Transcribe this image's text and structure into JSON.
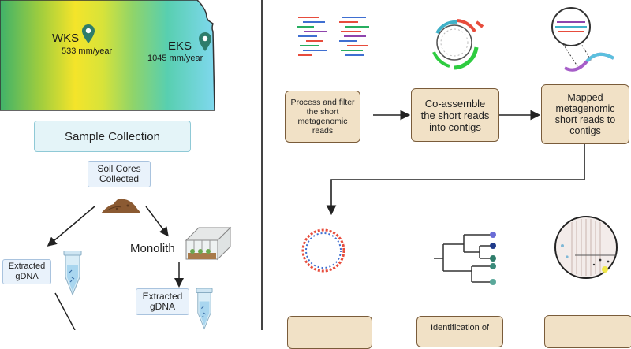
{
  "map": {
    "wks_label": "WKS",
    "wks_rain": "533 mm/year",
    "eks_label": "EKS",
    "eks_rain": "1045 mm/year"
  },
  "sample_collection": {
    "title": "Sample Collection",
    "soil_cores": "Soil Cores\nCollected",
    "monolith": "Monolith",
    "extracted_left": "Extracted\ngDNA",
    "extracted_right": "Extracted\ngDNA"
  },
  "pipeline": {
    "step1": "Process and filter\nthe short\nmetagenomic\nreads",
    "step2": "Co-assemble\nthe short reads\ninto contigs",
    "step3": "Mapped\nmetagenomic\nshort reads to\ncontigs",
    "step5": "Identification of"
  },
  "icons": [
    "map-pin-icon",
    "soil-pile-icon",
    "greenhouse-icon",
    "tube-icon",
    "reads-icon",
    "contig-circle-icon",
    "mapping-icon",
    "plasmid-icon",
    "tree-icon",
    "microscope-icon"
  ]
}
